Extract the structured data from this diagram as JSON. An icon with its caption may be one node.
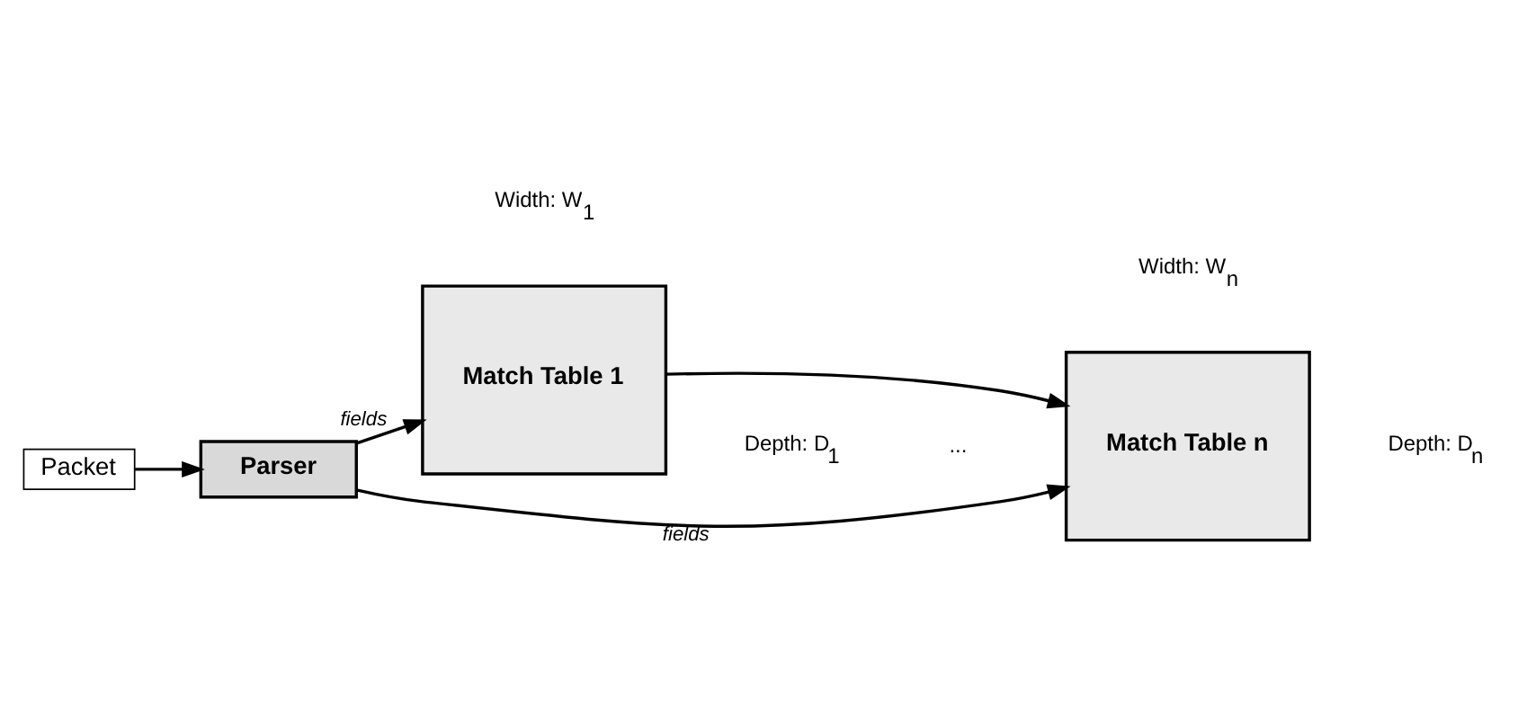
{
  "diagram": {
    "nodes": [
      {
        "text": [
          "Packet"
        ]
      },
      {
        "text": [
          "Parser"
        ]
      },
      {
        "text": [
          "Match Table 1"
        ]
      },
      {
        "text": [
          "Match Table n"
        ]
      }
    ],
    "edges": [
      {
        "from": 0,
        "to": 1,
        "arrow": "to"
      },
      {
        "from": 1,
        "to": 2,
        "arrow": "to",
        "label": "fields"
      },
      {
        "from": 1,
        "to": 3,
        "arrow": "to",
        "label": "fields"
      },
      {
        "from": 2,
        "to": 3,
        "arrow": "to"
      }
    ],
    "labels": [
      "Depth: D$_{1}$",
      "...",
      "Depth: D$_{n}$",
      "Width: W$_{1}$",
      "Width: W$_{n}$"
    ]
  }
}
